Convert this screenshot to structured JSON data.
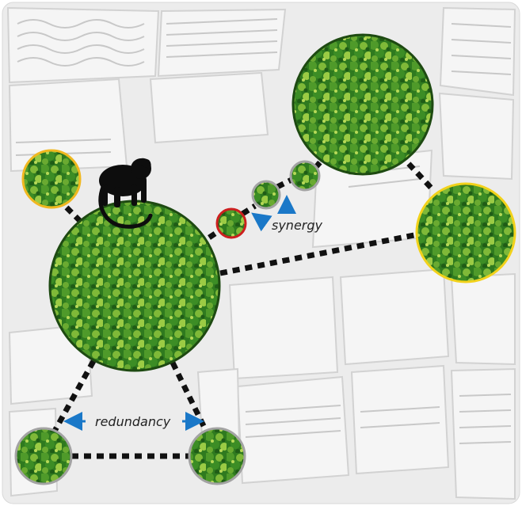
{
  "labels": {
    "synergy": "synergy",
    "redundancy": "redundancy"
  },
  "colors": {
    "background": "#ededed",
    "field_light": "#f6f6f6",
    "field_shadow": "#d4d4d4",
    "forest_dark": "#1f5c16",
    "forest_mid": "#3d8a24",
    "forest_light": "#8fc43a",
    "border_dark_green": "#1e4a12",
    "border_gray": "#a3a3a3",
    "border_yellow": "#f2d21b",
    "border_orange": "#f0b820",
    "border_red": "#cc1f1f",
    "connector": "#111111",
    "arrow": "#1a78c8",
    "animal": "#0d0d0d"
  },
  "icons": {
    "animal": "monkey-silhouette-icon",
    "arrow": "arrow-icon"
  },
  "nodes": [
    {
      "id": "large-center",
      "border": "dark-green"
    },
    {
      "id": "top-right-large",
      "border": "dark-green"
    },
    {
      "id": "right-yellow",
      "border": "yellow"
    },
    {
      "id": "top-left-small",
      "border": "orange"
    },
    {
      "id": "stepping-red",
      "border": "red"
    },
    {
      "id": "stepping-gray",
      "border": "gray"
    },
    {
      "id": "stepping-dark",
      "border": "gray"
    },
    {
      "id": "bottom-left",
      "border": "gray"
    },
    {
      "id": "bottom-right",
      "border": "gray"
    }
  ]
}
